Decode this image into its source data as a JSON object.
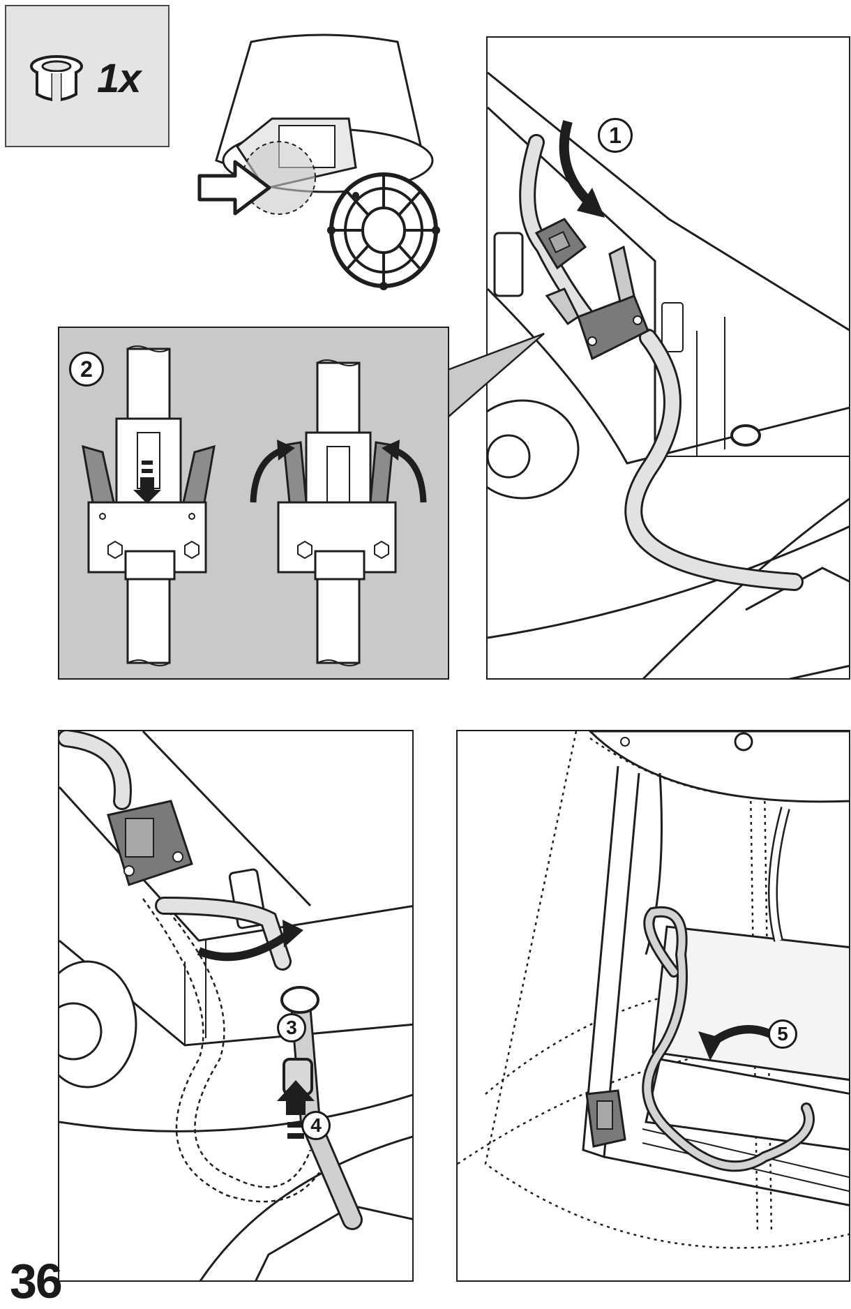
{
  "parts": {
    "icon": "grommet-icon",
    "quantity": "1x"
  },
  "steps": {
    "step1": "1",
    "step2": "2",
    "step3": "3",
    "step4": "4",
    "step5": "5"
  },
  "page_number": "36",
  "colors": {
    "line": "#1e1e1e",
    "panel_gray": "#c9c9c9",
    "connector_gray": "#7a7a7a",
    "cable": "#e2e2e2"
  }
}
